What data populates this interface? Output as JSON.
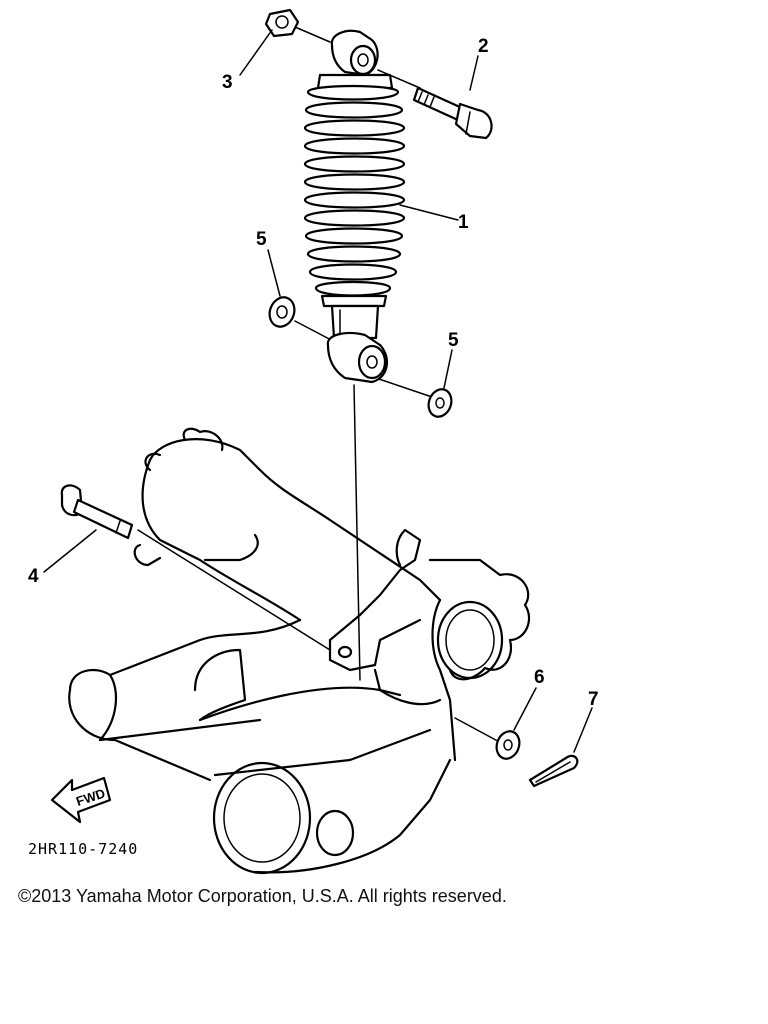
{
  "diagram": {
    "callouts": [
      "1",
      "2",
      "3",
      "4",
      "5",
      "5",
      "6",
      "7"
    ],
    "fwd_label": "FWD",
    "drawing_code": "2HR110-7240"
  },
  "footer": {
    "copyright": "©2013 Yamaha Motor Corporation, U.S.A. All rights reserved."
  }
}
